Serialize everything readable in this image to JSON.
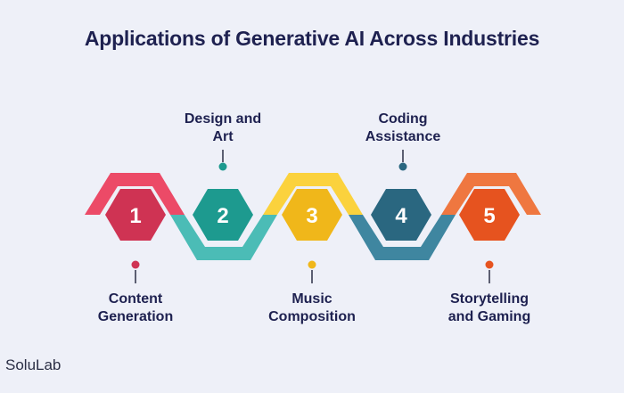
{
  "title": "Applications of Generative AI Across Industries",
  "brand": "SoluLab",
  "steps": [
    {
      "number": "1",
      "label": "Content Generation",
      "color": "#cf3353",
      "band": "#ec4a67"
    },
    {
      "number": "2",
      "label": "Design and Art",
      "color": "#1d9a8f",
      "band": "#4bbcb6"
    },
    {
      "number": "3",
      "label": "Music Composition",
      "color": "#f0b71a",
      "band": "#fbd23d"
    },
    {
      "number": "4",
      "label": "Coding Assistance",
      "color": "#2a6780",
      "band": "#3f86a0"
    },
    {
      "number": "5",
      "label": "Storytelling and Gaming",
      "color": "#e6531f",
      "band": "#ef7740"
    }
  ]
}
